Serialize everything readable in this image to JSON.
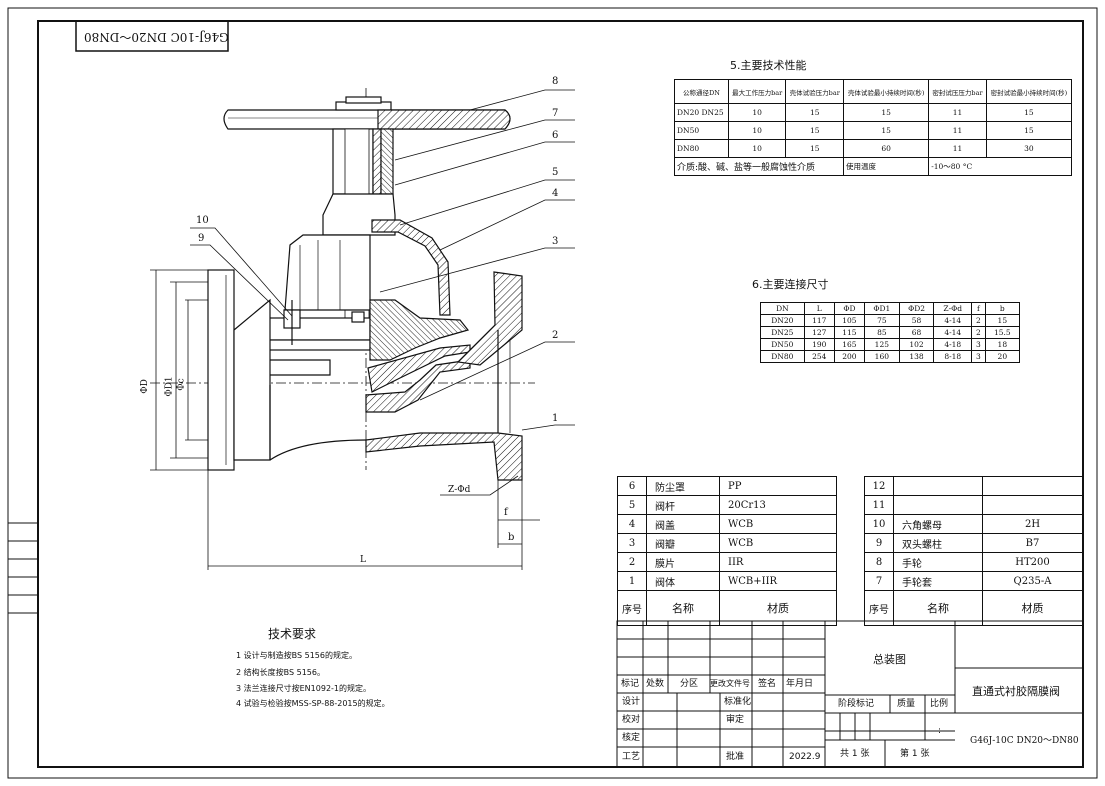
{
  "drawing_code_stamp": "G46J-10C DN20～DN80",
  "leaders": [
    {
      "num": "1"
    },
    {
      "num": "2"
    },
    {
      "num": "3"
    },
    {
      "num": "4"
    },
    {
      "num": "5"
    },
    {
      "num": "6"
    },
    {
      "num": "7"
    },
    {
      "num": "8"
    },
    {
      "num": "9"
    },
    {
      "num": "10"
    }
  ],
  "dims": {
    "phiD": "ΦD",
    "phiD1": "ΦD1",
    "phic": "Φc",
    "L": "L",
    "f": "f",
    "b": "b",
    "z": "Z-Φd"
  },
  "performance": {
    "title": "5.主要技术性能",
    "headers": [
      "公称通径DN",
      "最大工作压力bar",
      "壳体试验压力bar",
      "壳体试验最小持续时间(秒)",
      "密封试压压力bar",
      "密封试验最小持续时间(秒)"
    ],
    "rows": [
      [
        "DN20 DN25",
        "10",
        "15",
        "15",
        "11",
        "15"
      ],
      [
        "DN50",
        "10",
        "15",
        "15",
        "11",
        "15"
      ],
      [
        "DN80",
        "10",
        "15",
        "60",
        "11",
        "30"
      ]
    ],
    "medium_label": "介质:酸、碱、盐等一般腐蚀性介质",
    "temp_label": "使用温度",
    "temp_value": "-10～80 °C"
  },
  "connection": {
    "title": "6.主要连接尺寸",
    "headers": [
      "DN",
      "L",
      "ΦD",
      "ΦD1",
      "ΦD2",
      "Z-Φd",
      "f",
      "b"
    ],
    "rows": [
      [
        "DN20",
        "117",
        "105",
        "75",
        "58",
        "4-14",
        "2",
        "15"
      ],
      [
        "DN25",
        "127",
        "115",
        "85",
        "68",
        "4-14",
        "2",
        "15.5"
      ],
      [
        "DN50",
        "190",
        "165",
        "125",
        "102",
        "4-18",
        "3",
        "18"
      ],
      [
        "DN80",
        "254",
        "200",
        "160",
        "138",
        "8-18",
        "3",
        "20"
      ]
    ]
  },
  "bom_left": [
    [
      "6",
      "防尘罩",
      "PP"
    ],
    [
      "5",
      "阀杆",
      "20Cr13"
    ],
    [
      "4",
      "阀盖",
      "WCB"
    ],
    [
      "3",
      "阀瓣",
      "WCB"
    ],
    [
      "2",
      "膜片",
      "IIR"
    ],
    [
      "1",
      "阀体",
      "WCB+IIR"
    ]
  ],
  "bom_right": [
    [
      "12",
      "",
      ""
    ],
    [
      "11",
      "",
      ""
    ],
    [
      "10",
      "六角螺母",
      "2H"
    ],
    [
      "9",
      "双头螺柱",
      "B7"
    ],
    [
      "8",
      "手轮",
      "HT200"
    ],
    [
      "7",
      "手轮套",
      "Q235-A"
    ]
  ],
  "bom_header": {
    "seq": "序号",
    "name": "名称",
    "material": "材质"
  },
  "title_block": {
    "assembly": "总装图",
    "product": "直通式衬胶隔膜阀",
    "code": "G46J-10C DN20～DN80",
    "rev_labels": [
      "标记",
      "处数",
      "分区",
      "更改文件号",
      "签名",
      "年月日"
    ],
    "design": "设计",
    "standardize": "标准化",
    "proofread": "校对",
    "review": "审定",
    "check": "核定",
    "process": "工艺",
    "approve": "批准",
    "date": "2022.9",
    "stage": "阶段标记",
    "mass": "质量",
    "scale": "比例",
    "scale_value": ":",
    "total_sheets": "共 1 张",
    "sheet_no": "第 1 张"
  },
  "tech_requirements": {
    "title": "技术要求",
    "items": [
      "1 设计与制造按BS 5156的规定。",
      "2 结构长度按BS 5156。",
      "3 法兰连接尺寸按EN1092-1的规定。",
      "4 试验与检验按MSS-SP-88-2015的规定。"
    ]
  }
}
